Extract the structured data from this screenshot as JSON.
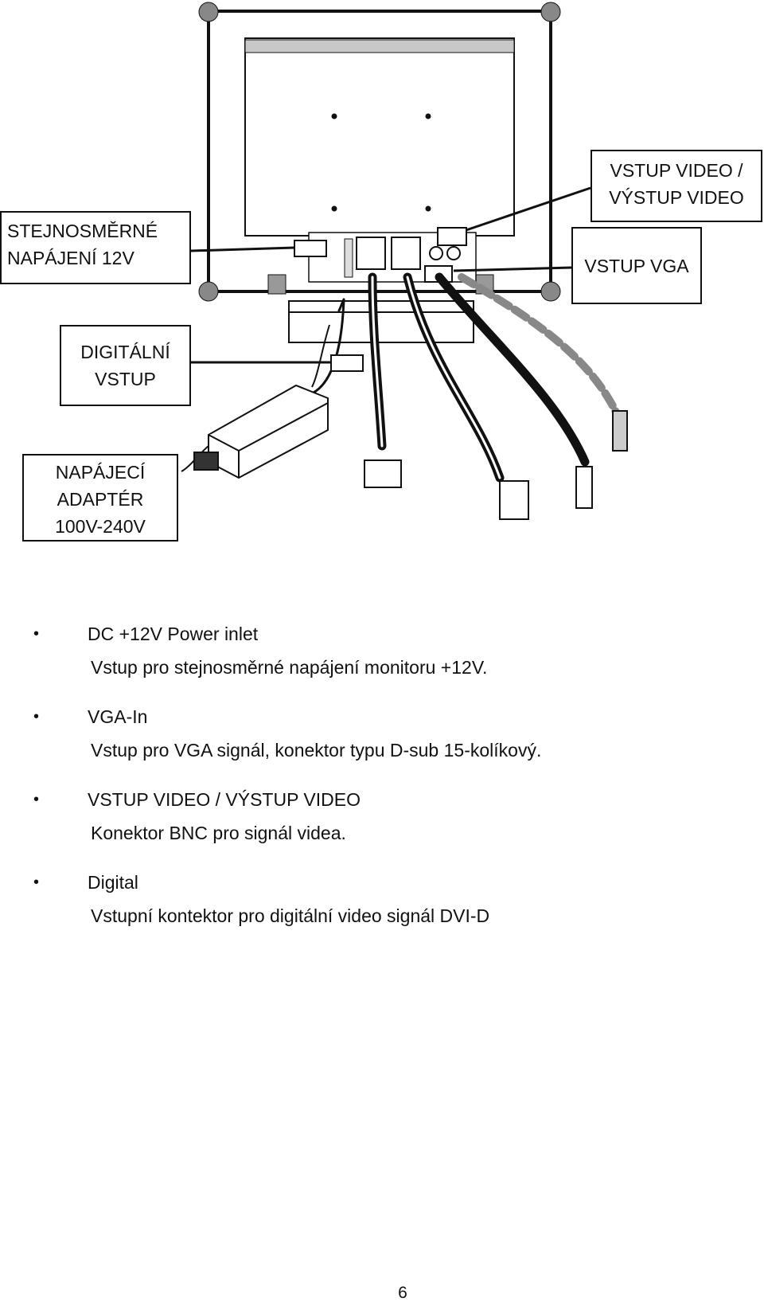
{
  "callouts": {
    "dc_power": [
      "STEJNOSMĚRNÉ",
      "NAPÁJENÍ 12V"
    ],
    "digital_input": [
      "DIGITÁLNÍ",
      "VSTUP"
    ],
    "power_adapter": [
      "NAPÁJECÍ",
      "ADAPTÉR",
      "100V-240V"
    ],
    "video_io": [
      "VSTUP VIDEO /",
      "VÝSTUP VIDEO"
    ],
    "vga_input": [
      "VSTUP VGA"
    ]
  },
  "items": [
    {
      "title": "DC +12V Power inlet",
      "description": "Vstup pro stejnosměrné napájení monitoru +12V."
    },
    {
      "title": "VGA-In",
      "description": "Vstup pro VGA signál, konektor typu D-sub 15-kolíkový."
    },
    {
      "title": "VSTUP VIDEO / VÝSTUP VIDEO",
      "description": "Konektor BNC pro signál videa."
    },
    {
      "title": "Digital",
      "description": "Vstupní kontektor pro digitální video signál DVI-D"
    }
  ],
  "bullet_symbol": "•",
  "page_number": "6"
}
